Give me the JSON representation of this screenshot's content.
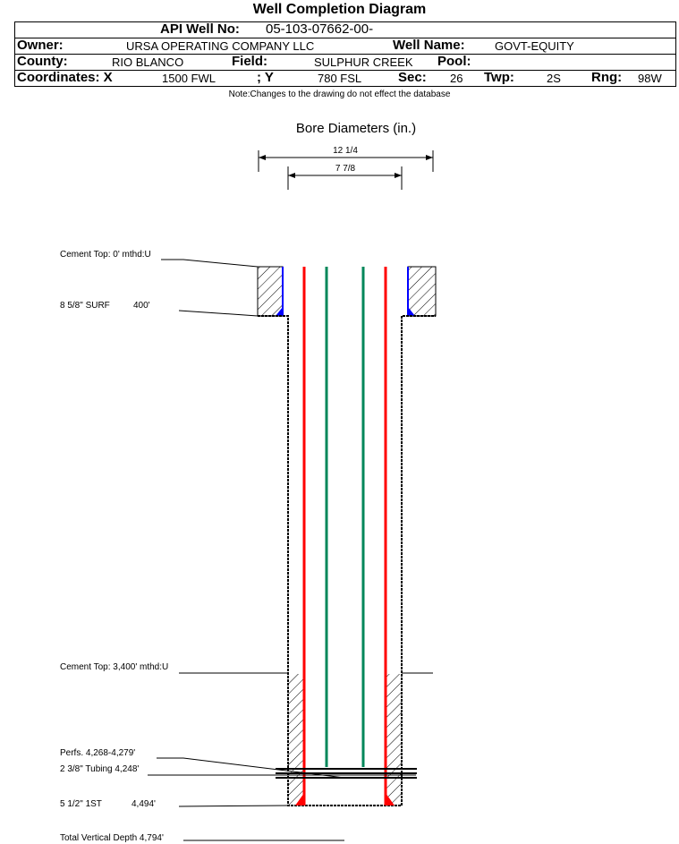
{
  "header": {
    "title": "Well Completion Diagram",
    "api_label": "API Well No:",
    "api_value": "05-103-07662-00-",
    "owner_label": "Owner:",
    "owner": "URSA OPERATING COMPANY LLC",
    "well_name_label": "Well Name:",
    "well_name": "GOVT-EQUITY",
    "county_label": "County:",
    "county": "RIO BLANCO",
    "field_label": "Field:",
    "field": "SULPHUR CREEK",
    "pool_label": "Pool:",
    "coord_x_label": "Coordinates: X",
    "coord_x": "1500 FWL",
    "coord_y_label": "; Y",
    "coord_y": "780 FSL",
    "sec_label": "Sec:",
    "sec": "26",
    "twp_label": "Twp:",
    "twp": "2S",
    "rng_label": "Rng:",
    "rng": "98W",
    "note": "Note:Changes to the drawing do not effect the database"
  },
  "diagram": {
    "bore_title": "Bore Diameters (in.)",
    "bore_outer": "12 1/4",
    "bore_inner": "7 7/8",
    "labels": {
      "cement_top_surface": "Cement Top: 0' mthd:U",
      "surface_casing": "8 5/8\" SURF",
      "surface_depth": "400'",
      "cement_top_prod": "Cement Top: 3,400' mthd:U",
      "perfs": "Perfs. 4,268-4,279'",
      "tubing": "2 3/8\" Tubing 4,248'",
      "prod_casing": "5 1/2\" 1ST",
      "prod_depth": "4,494'",
      "tvd": "Total Vertical Depth 4,794'"
    },
    "colors": {
      "tubing": "#00875a",
      "casing": "#ff0000",
      "surface_casing": "#0000ff"
    }
  }
}
